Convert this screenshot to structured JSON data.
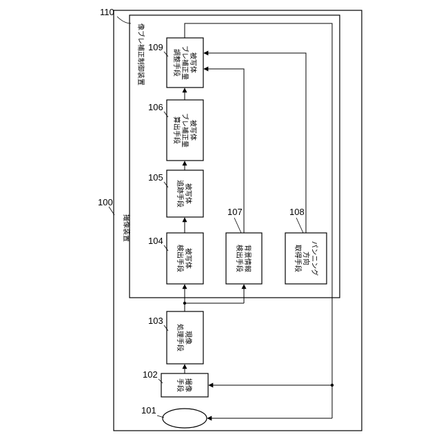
{
  "labels": {
    "outer_ref": "100",
    "outer_name": "撮像装置",
    "inner_ref": "110",
    "inner_name": "像ブレ補正制御装置",
    "b101": {
      "ref": "101"
    },
    "b102": {
      "ref": "102",
      "lines": [
        "撮像",
        "手段"
      ]
    },
    "b103": {
      "ref": "103",
      "lines": [
        "現像",
        "処理手段"
      ]
    },
    "b104": {
      "ref": "104",
      "lines": [
        "被写体",
        "検出手段"
      ]
    },
    "b105": {
      "ref": "105",
      "lines": [
        "被写体",
        "追跡手段"
      ]
    },
    "b106": {
      "ref": "106",
      "lines": [
        "被写体",
        "ブレ補正量",
        "算出手段"
      ]
    },
    "b107": {
      "ref": "107",
      "lines": [
        "背景情報",
        "検出手段"
      ]
    },
    "b108": {
      "ref": "108",
      "lines": [
        "パンニング",
        "方向",
        "取得手段"
      ]
    },
    "b109": {
      "ref": "109",
      "lines": [
        "被写体",
        "ブレ補正量",
        "調整手段"
      ]
    }
  }
}
